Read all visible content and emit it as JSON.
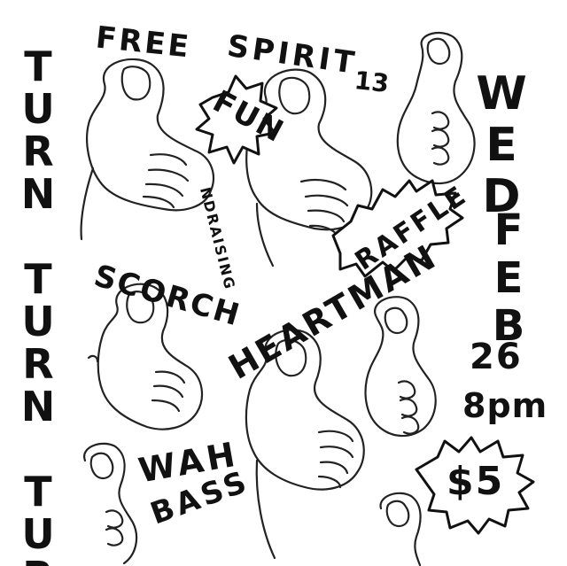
{
  "colors": {
    "ink": "#111111",
    "paper": "#ffffff"
  },
  "side_left": "TURN TURN TURN",
  "band_1": "FREE",
  "band_2": "SPIRIT",
  "band_2_number": "13",
  "burst_1": "FUN",
  "burst_1_tail": "NDRAISING",
  "burst_2": "RAFFLE",
  "band_3": "SCORCH",
  "band_4": "HEARTMAN",
  "band_5_line1": "WAH",
  "band_5_line2": "BASS",
  "date_weekday": "WED",
  "date_month": "FEB",
  "date_day": "26",
  "time": "8pm",
  "price": "$5"
}
